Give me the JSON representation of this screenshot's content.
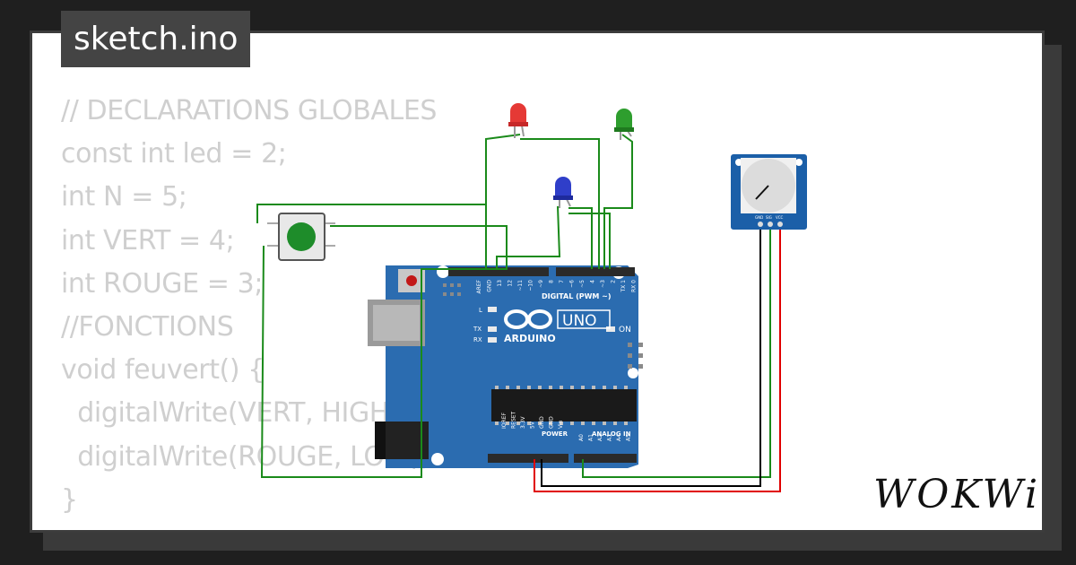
{
  "tab": {
    "filename": "sketch.ino"
  },
  "code_lines": [
    "// DECLARATIONS GLOBALES",
    "const int led = 2;",
    "int N = 5;",
    "int VERT = 4;",
    "int ROUGE = 3;",
    "//FONCTIONS",
    "void feuvert() {",
    "  digitalWrite(VERT, HIGH);",
    "  digitalWrite(ROUGE, LOW);",
    "}"
  ],
  "board": {
    "brand": "ARDUINO",
    "model": "UNO",
    "on_label": "ON",
    "l_label": "L",
    "tx_label": "TX",
    "rx_label": "RX",
    "digital_label": "DIGITAL (PWM ~)",
    "power_label": "POWER",
    "analog_label": "ANALOG IN",
    "header_top_labels": [
      "AREF",
      "GND",
      "13",
      "12",
      "~11",
      "~10",
      "~9",
      "8",
      "7",
      "~6",
      "~5",
      "4",
      "~3",
      "2",
      "TX 1",
      "RX 0"
    ],
    "header_power_labels": [
      "IOREF",
      "RESET",
      "3.3V",
      "5V",
      "GND",
      "GND",
      "Vin"
    ],
    "header_analog_labels": [
      "A0",
      "A1",
      "A2",
      "A3",
      "A4",
      "A5"
    ]
  },
  "potentiometer": {
    "pins": [
      "GND",
      "SIG",
      "VCC"
    ]
  },
  "colors": {
    "background": "#1f1f1f",
    "card": "#ffffff",
    "code_text": "#cfcfcf",
    "board": "#2b6cb0",
    "wire_green": "#1a8a1a",
    "wire_red": "#e00000",
    "wire_black": "#000000",
    "led_red": "#e53935",
    "led_green": "#2e9e2e",
    "led_blue": "#2f3ec9",
    "button_cap": "#1e8c2a",
    "pot_module": "#1b5fa8"
  },
  "logo": {
    "text": "WOKWi"
  }
}
